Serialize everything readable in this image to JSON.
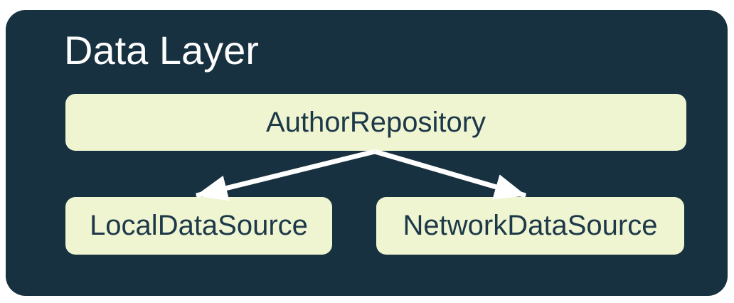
{
  "diagram": {
    "title": "Data Layer",
    "nodes": {
      "repository": {
        "label": "AuthorRepository"
      },
      "local": {
        "label": "LocalDataSource"
      },
      "network": {
        "label": "NetworkDataSource"
      }
    },
    "edges": [
      {
        "from": "repository",
        "to": "local"
      },
      {
        "from": "repository",
        "to": "network"
      }
    ],
    "colors": {
      "page_bg": "#ffffff",
      "card_bg": "#173140",
      "node_bg": "#EFF5D1",
      "node_text": "#1D3849",
      "title_text": "#FDFDFD",
      "arrow": "#FFFFFF"
    }
  }
}
